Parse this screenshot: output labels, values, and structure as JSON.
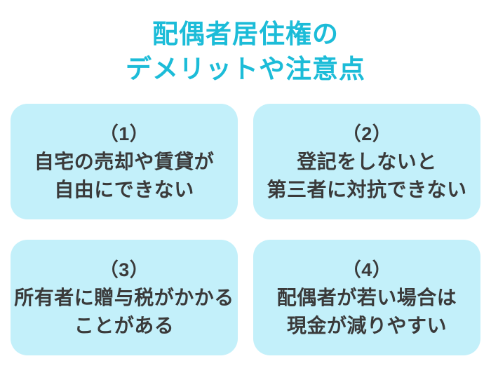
{
  "page": {
    "background_color": "#ffffff",
    "title_color": "#1cbcd8",
    "card_background_color": "#c3f0fa",
    "card_text_color": "#3a3a3a"
  },
  "title": {
    "line1": "配偶者居住権の",
    "line2": "デメリットや注意点"
  },
  "cards": [
    {
      "number": "（1）",
      "line1": "自宅の売却や賃貸が",
      "line2": "自由にできない"
    },
    {
      "number": "（2）",
      "line1": "登記をしないと",
      "line2": "第三者に対抗できない"
    },
    {
      "number": "（3）",
      "line1": "所有者に贈与税がかかる",
      "line2": "ことがある"
    },
    {
      "number": "（4）",
      "line1": "配偶者が若い場合は",
      "line2": "現金が減りやすい"
    }
  ]
}
